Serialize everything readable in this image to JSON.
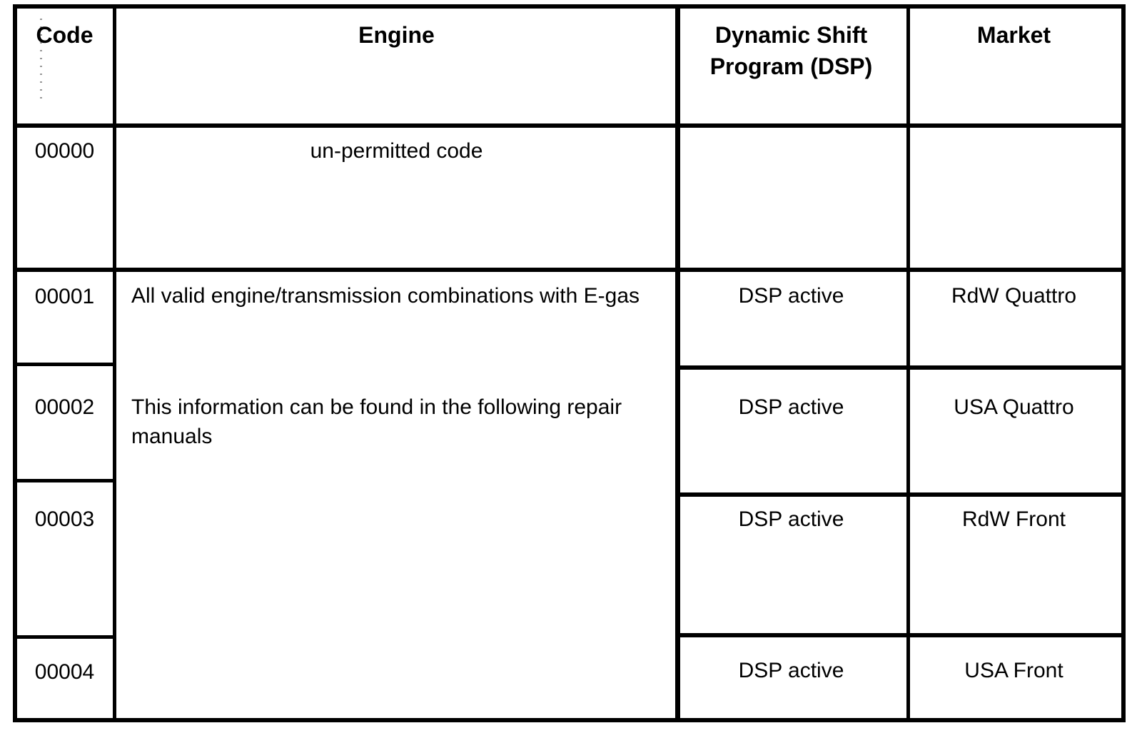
{
  "table": {
    "columns": [
      {
        "key": "code",
        "header": "Code"
      },
      {
        "key": "engine",
        "header": "Engine"
      },
      {
        "key": "dsp",
        "header": "Dynamic Shift\nProgram (DSP)"
      },
      {
        "key": "market",
        "header": "Market"
      }
    ],
    "code_cells": [
      {
        "value": "00000"
      },
      {
        "value": "00001"
      },
      {
        "value": "00002"
      },
      {
        "value": "00003"
      },
      {
        "value": "00004"
      }
    ],
    "engine_cells": [
      {
        "value": "un-permitted code"
      },
      {
        "value": "All valid engine/transmission combinations with E-gas"
      },
      {
        "value": "This information can be found in the following repair manuals"
      }
    ],
    "dsp_cells": [
      {
        "value": ""
      },
      {
        "value": "DSP active"
      },
      {
        "value": "DSP active"
      },
      {
        "value": "DSP active"
      },
      {
        "value": "DSP active"
      }
    ],
    "market_cells": [
      {
        "value": ""
      },
      {
        "value": "RdW Quattro"
      },
      {
        "value": "USA Quattro"
      },
      {
        "value": "RdW Front"
      },
      {
        "value": "USA Front"
      }
    ]
  },
  "colors": {
    "border": "#000000",
    "background": "#ffffff",
    "text": "#000000"
  }
}
